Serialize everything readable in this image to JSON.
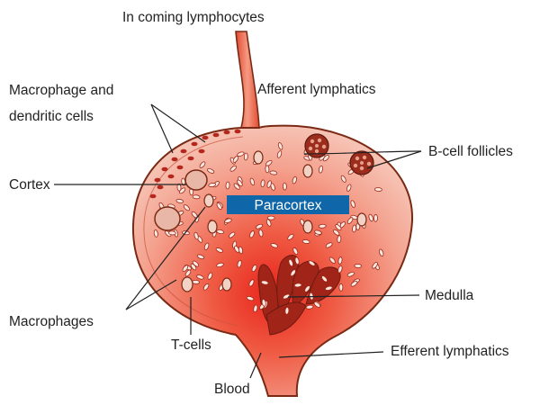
{
  "labels": {
    "incoming": "In coming lymphocytes",
    "afferent": "Afferent lymphatics",
    "macrophage_dendritic_line1": "Macrophage and",
    "macrophage_dendritic_line2": "dendritic cells",
    "bcell_follicles": "B-cell follicles",
    "cortex": "Cortex",
    "paracortex": "Paracortex",
    "medulla": "Medulla",
    "macrophages": "Macrophages",
    "tcells": "T-cells",
    "efferent": "Efferent lymphatics",
    "blood": "Blood"
  },
  "colors": {
    "node_outline": "#7a2a14",
    "node_fill_outer": "#f3b6a4",
    "node_fill_inner": "#e8231b",
    "cell_fill": "#fde7df",
    "cell_stroke": "#9a2a1a",
    "paracortex_box": "#0f66a8",
    "cortex_cells": "#b5271c",
    "medulla_fill": "#a02418"
  }
}
